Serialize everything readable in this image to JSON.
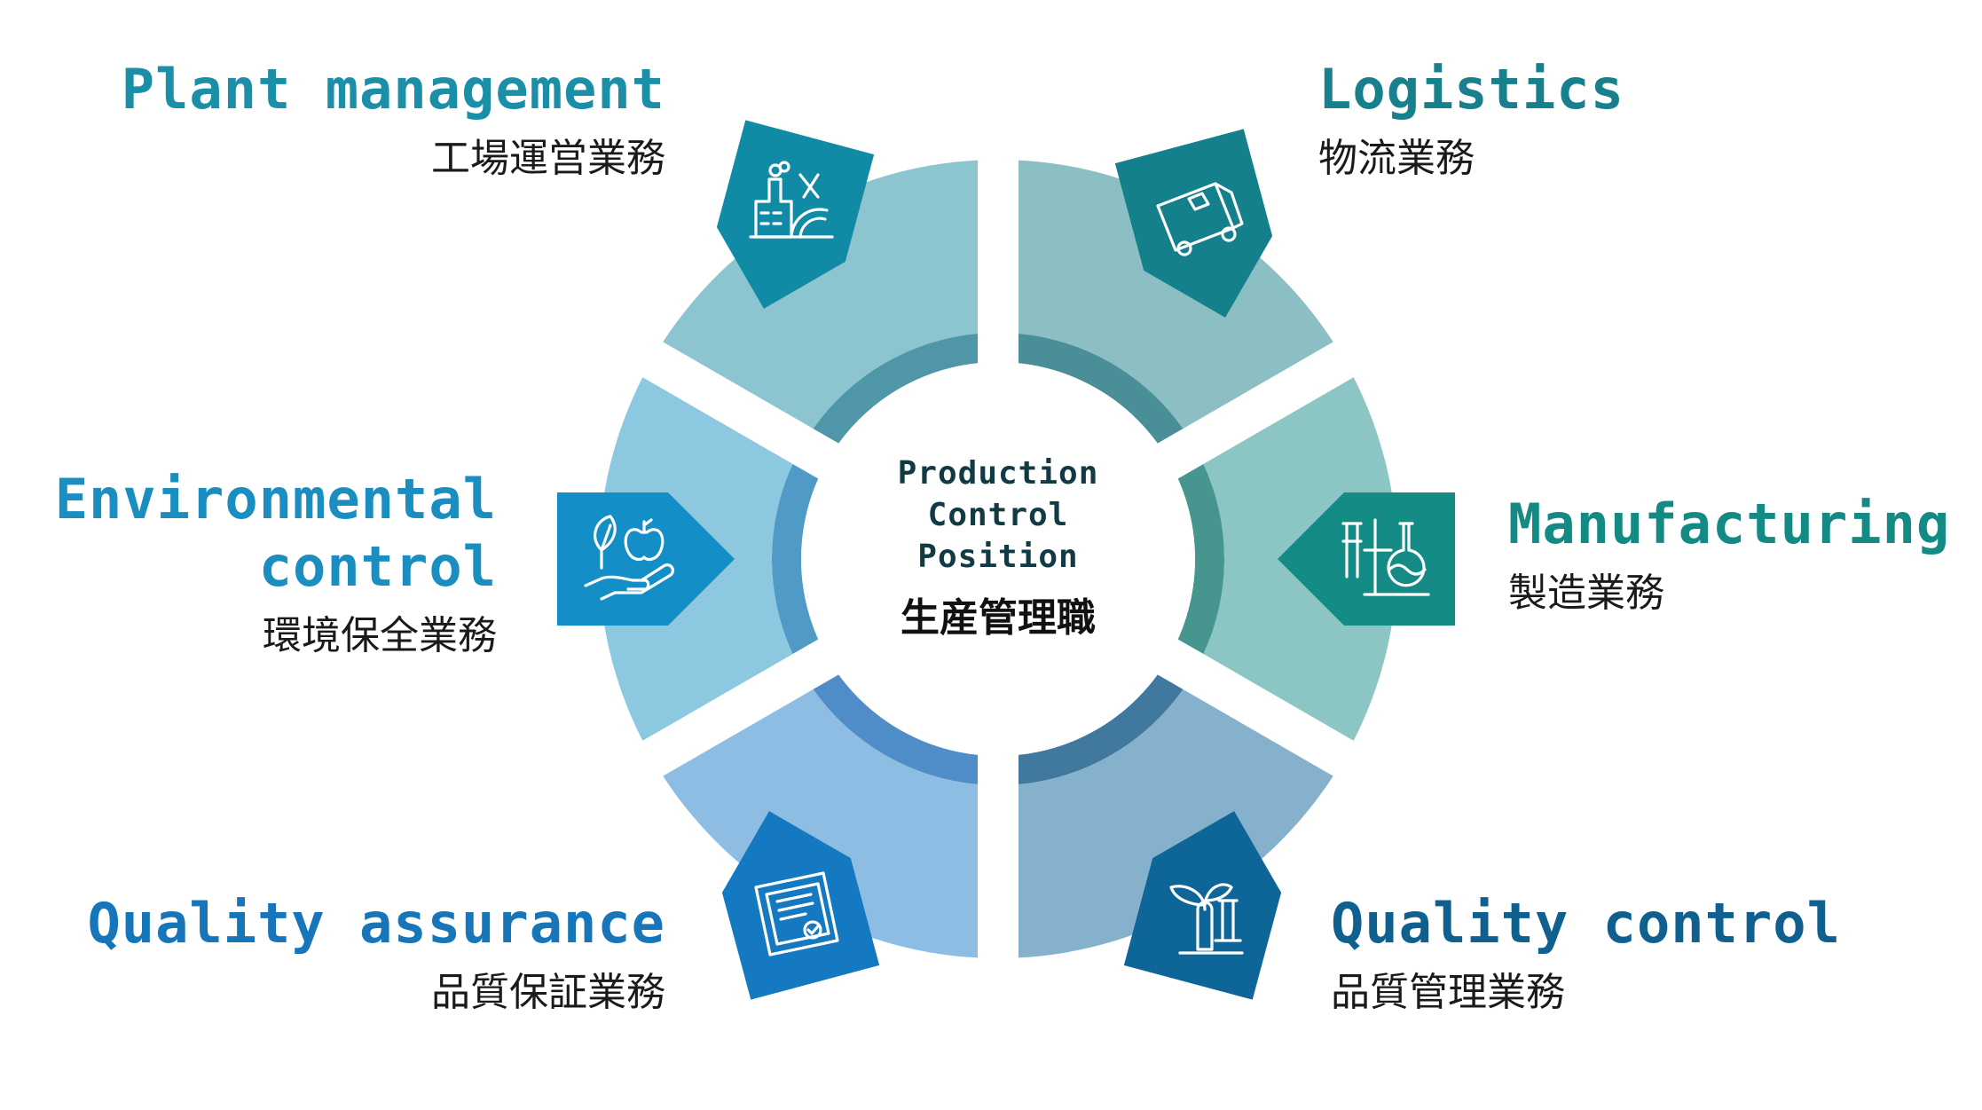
{
  "center": {
    "title_lines": [
      "Production",
      "Control",
      "Position"
    ],
    "title_ja": "生産管理職"
  },
  "segments": [
    {
      "id": "plant",
      "en": "Plant management",
      "ja": "工場運営業務",
      "icon": "factory-icon",
      "color": "#8cc4cf",
      "ring": "#4f97a8",
      "badge": "#118aa6",
      "text_color": "#1b8fa8"
    },
    {
      "id": "logistics",
      "en": "Logistics",
      "ja": "物流業務",
      "icon": "delivery-truck-icon",
      "color": "#8bbfc3",
      "ring": "#4a8f97",
      "badge": "#13808b",
      "text_color": "#17808c"
    },
    {
      "id": "manufacturing",
      "en": "Manufacturing",
      "ja": "製造業務",
      "icon": "lab-flask-icon",
      "color": "#8cc6c4",
      "ring": "#46958f",
      "badge": "#148b85",
      "text_color": "#148a85"
    },
    {
      "id": "quality-control",
      "en": "Quality control",
      "ja": "品質管理業務",
      "icon": "plant-test-tube-icon",
      "color": "#86b1cc",
      "ring": "#41789e",
      "badge": "#0e6698",
      "text_color": "#0f5f8f"
    },
    {
      "id": "quality-assurance",
      "en": "Quality assurance",
      "ja": "品質保証業務",
      "icon": "certificate-icon",
      "color": "#8dbde2",
      "ring": "#4f8dc8",
      "badge": "#1479c0",
      "text_color": "#1676b9"
    },
    {
      "id": "environmental",
      "en": "Environmental control",
      "en_lines": [
        "Environmental",
        "control"
      ],
      "ja": "環境保全業務",
      "icon": "hand-apple-leaf-icon",
      "color": "#8cc8e0",
      "ring": "#4f9ac7",
      "badge": "#138ec6",
      "text_color": "#1a8ec0"
    }
  ]
}
